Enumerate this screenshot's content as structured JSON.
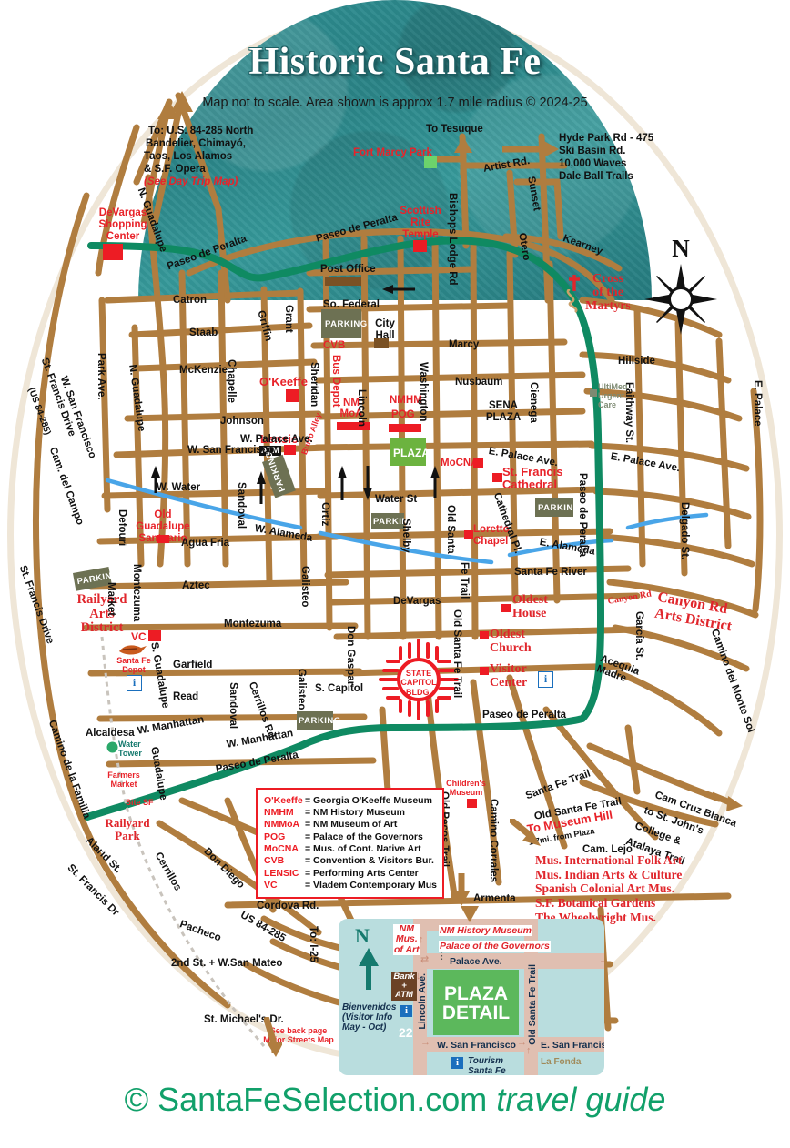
{
  "header": {
    "title": "Historic Santa Fe",
    "subtitle": "Map not to scale. Area shown is approx 1.7 mile radius © 2024-25"
  },
  "footer": {
    "brand": "© SantaFeSelection.com",
    "tagline": "travel guide"
  },
  "compass": {
    "north": "N"
  },
  "directions": {
    "northwest": [
      "To: U.S. 84-285 North",
      "Bandelier, Chimayó,",
      "Taos, Los Alamos",
      "& S.F. Opera"
    ],
    "northwest_note": "(See Day Trip Map)",
    "north": "To Tesuque",
    "northeast": [
      "Hyde Park Rd - 475",
      "Ski Basin Rd.",
      "10,000 Waves",
      "Dale Ball Trails"
    ],
    "southeast_college": [
      "Cam Cruz Blanca",
      "to St. John's",
      "College &",
      "Atalaya Trail"
    ],
    "museum_hill": {
      "trail": "Old Santa Fe Trail",
      "to": "To Museum Hill",
      "dist": "1.7mi. from Plaza"
    },
    "museum_list": [
      "Mus. International Folk Art",
      "Mus. Indian Arts & Culture",
      "Spanish Colonial Art Mus.",
      "S.F. Botanical Gardens",
      "The Wheelwright Mus."
    ],
    "to_i25_a": "To: I-25",
    "to_i25_b": "To: I-25",
    "backpage": [
      "See back page",
      "Major Streets Map"
    ]
  },
  "legend": {
    "rows": [
      {
        "key": "O'Keeffe",
        "value": "= Georgia O'Keeffe Museum"
      },
      {
        "key": "NMHM",
        "value": "= NM History Museum"
      },
      {
        "key": "NMMoA",
        "value": "= NM Museum of Art"
      },
      {
        "key": "POG",
        "value": "= Palace of the Governors"
      },
      {
        "key": "MoCNA",
        "value": "= Mus. of Cont. Native Art"
      },
      {
        "key": "CVB",
        "value": "= Convention & Visitors Bur."
      },
      {
        "key": "LENSIC",
        "value": "= Performing Arts Center"
      },
      {
        "key": "VC",
        "value": "= Vladem Contemporary Mus"
      }
    ]
  },
  "landmarks": {
    "devargas": [
      "DeVargas",
      "Shopping",
      "Center"
    ],
    "fort_marcy": "Fort Marcy Park",
    "scottish_rite": [
      "Scottish",
      "Rite",
      "Temple"
    ],
    "post_office": "Post Office",
    "so_federal": "So. Federal",
    "city_hall": [
      "City",
      "Hall"
    ],
    "cvb": "CVB",
    "okeeffe": "O'Keeffe",
    "lensic": "Lensic",
    "atm": "ATM",
    "nmmoa": [
      "NM",
      "MoA"
    ],
    "nmhm": "NMHM",
    "pog": "POG",
    "plaza": "PLAZA",
    "mocna": "MoCNA",
    "sena_plaza": [
      "SENA",
      "PLAZA"
    ],
    "st_francis_cathedral": [
      "St. Francis",
      "Cathedral"
    ],
    "loretto_chapel": [
      "Loretto",
      "Chapel"
    ],
    "old_guadalupe": [
      "Old",
      "Guadalupe",
      "Santuario"
    ],
    "railyard_arts": [
      "Railyard",
      "Arts",
      "District"
    ],
    "vc": "VC",
    "santa_fe_depot": [
      "Santa Fe",
      "Depot"
    ],
    "water_tower": [
      "Water",
      "Tower"
    ],
    "farmers_market": [
      "Farmers",
      "Market"
    ],
    "site_sf": "Site SF",
    "railyard_park": [
      "Railyard",
      "Park"
    ],
    "oldest_house": [
      "Oldest",
      "House"
    ],
    "oldest_church": [
      "Oldest",
      "Church"
    ],
    "visitor_center": [
      "Visitor",
      "Center"
    ],
    "state_capitol": [
      "STATE",
      "CAPITOL",
      "BLDG."
    ],
    "childrens_museum": [
      "Children's",
      "Museum"
    ],
    "canyon_rd_arts": [
      "Canyon Rd",
      "Arts District"
    ],
    "cross_of_martyrs": [
      "Cross",
      "of the",
      "Martyrs"
    ],
    "ultimed": [
      "UltiMed",
      "Urgent",
      "Care"
    ],
    "parking": "PARKING"
  },
  "streets": {
    "st_francis_drive": "St. Francis Drive",
    "us84285": "(US 84-285)",
    "n_guadalupe": "N. Guadalupe",
    "paseo_de_peralta": "Paseo de Peralta",
    "catron": "Catron",
    "staab": "Staab",
    "mckenzie": "McKenzie",
    "johnson": "Johnson",
    "grant": "Grant",
    "griffin": "Griffin",
    "chapelle": "Chapelle",
    "sheridan": "Sheridan",
    "bus_depot": "Bus Depot",
    "lincoln": "Lincoln",
    "washington": "Washington",
    "marcy": "Marcy",
    "nusbaum": "Nusbaum",
    "cienega": "Cienega",
    "hillside": "Hillside",
    "faithway": "Faithway St.",
    "e_palace_ave": "E. Palace Ave.",
    "e_palace": "E. Palace",
    "w_palace_ave": "W. Palace Ave.",
    "w_san_francisco": "W. San Francisco",
    "burro_alley": [
      "Burro",
      "Alley"
    ],
    "water_st": "Water St",
    "w_water": "W. Water",
    "ortiz": "Ortiz",
    "shelby": "Shelby",
    "old_santa_fe_trail": "Old Santa Fe Trail",
    "cathedral_pl": "Cathedral Pl.",
    "e_alameda": "E. Alameda",
    "w_alameda": "W. Alameda",
    "sandoval": "Sandoval",
    "defouri": "Defouri",
    "agua_fria": "Agua Fria",
    "aztec": "Aztec",
    "montezuma": "Montezuma",
    "galisteo": "Galisteo",
    "devargas_st": "DeVargas",
    "don_gaspar": "Don Gaspar",
    "s_capitol": "S. Capitol",
    "cerrillos_rd": "Cerrillos Rd.",
    "read": "Read",
    "garfield": "Garfield",
    "w_manhattan": "W. Manhattan",
    "alcaldesa": "Alcaldesa",
    "s_guadalupe": "S. Guadalupe",
    "guadalupe": "Guadalupe",
    "market": "Market",
    "camino_de_la_familia": "Camino de la Familia",
    "cam_del_campo": "Cam. del Campo",
    "santa_fe_river": "Santa Fe River",
    "canyon_rd": "Canyon Rd",
    "garcia_st": "García St.",
    "delgado_st": "Delgado St.",
    "acequia_madre": "Acequia Madre",
    "camino_del_monte_sol": "Camino del Monte Sol",
    "alarid_st": "Alarid St.",
    "st_francis_dr": "St. Francis Dr",
    "cerrillos": "Cerrillos",
    "don_diego": "Don Diego",
    "cordova_rd": "Cordova Rd.",
    "pacheco": "Pacheco",
    "us_84_285": "US 84-285",
    "second_san_mateo": "2nd St. + W.San Mateo",
    "st_michaels": "St. Michael's Dr.",
    "old_pecos_trail": "Old Pecos Trail",
    "camino_corrales": "Camino Corrales",
    "armenta": "Armenta",
    "santa_fe_trail": "Santa Fe Trail",
    "cam_lejo": "Cam. Lejo",
    "bishops_lodge_rd": "Bishops Lodge Rd",
    "artist_rd": "Artist Rd.",
    "sunset": "Sunset",
    "otero": "Otero",
    "kearney": "Kearney",
    "fe_trail": "Fe Trail",
    "park_ave": "Park Ave.",
    "old_santa": "Old Santa"
  },
  "inset": {
    "title": [
      "PLAZA",
      "DETAIL"
    ],
    "north": "N",
    "nm_mus_of_art": [
      "NM",
      "Mus.",
      "of Art"
    ],
    "nm_history_museum": "NM History Museum",
    "palace_of_governors": "Palace of the Governors",
    "palace_ave": "Palace Ave.",
    "lincoln_ave": "Lincoln Ave.",
    "old_santa_fe_trail": "Old Santa Fe Trail",
    "w_san_francisco": "W. San Francisco",
    "e_san_francisco": "E. San Francisco",
    "bank_atm": [
      "Bank",
      "+",
      "ATM"
    ],
    "bienvenidos": [
      "Bienvenidos",
      "(Visitor Info",
      "May - Oct)"
    ],
    "bus_number": "22",
    "tourism": [
      "Tourism",
      "Santa Fe"
    ],
    "la_fonda": "La Fonda",
    "info_icon": "i"
  },
  "colors": {
    "road": "#b07d3f",
    "green_route": "#0f8a62",
    "river": "#49a5e8",
    "red_landmark": "#ed1c24",
    "plaza_green": "#6cb33f",
    "parking_olive": "#6d7153",
    "teal_banner": "#2a8487",
    "brand_green": "#11a06a",
    "inset_bg": "#b9ddde"
  }
}
